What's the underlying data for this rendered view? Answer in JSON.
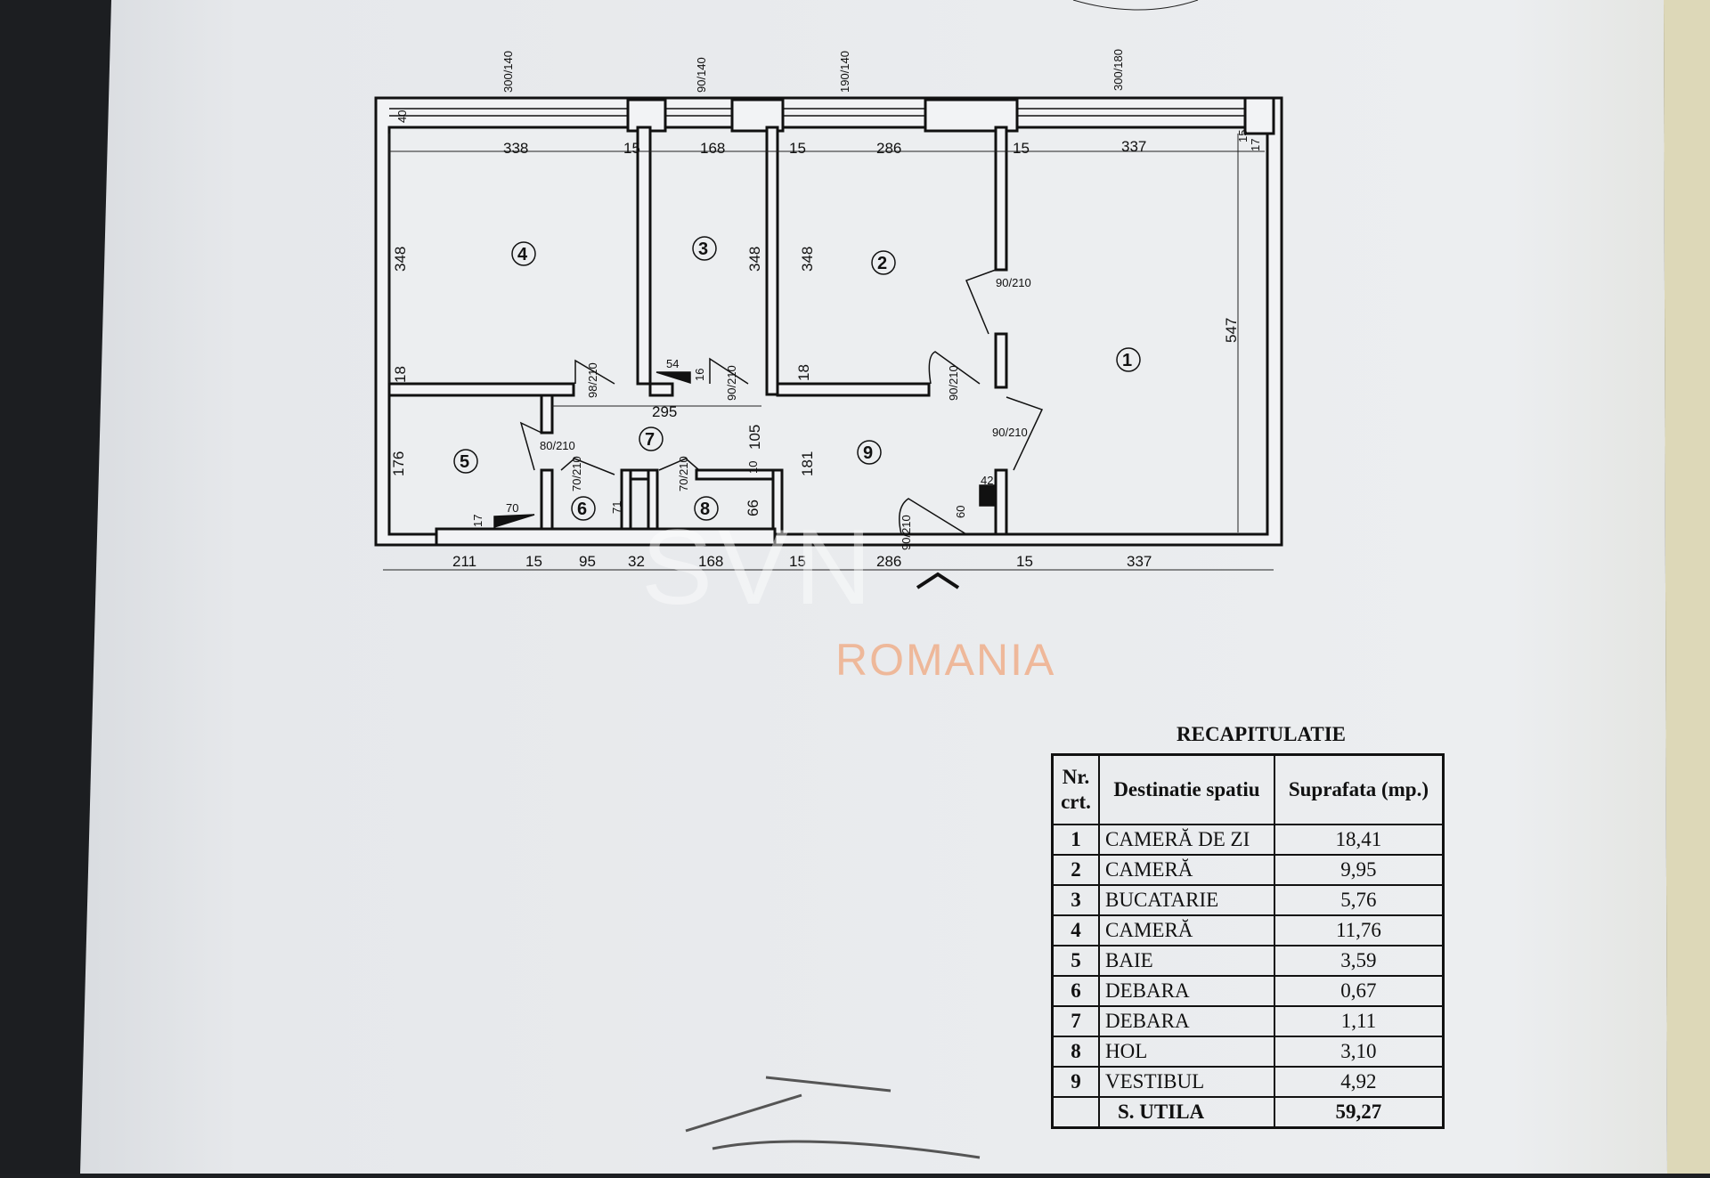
{
  "plan": {
    "windows": [
      "300/140",
      "90/140",
      "190/140",
      "300/180"
    ],
    "top_dims": [
      "338",
      "15",
      "168",
      "15",
      "286",
      "15",
      "337",
      "15",
      "17",
      "40"
    ],
    "vertical_dims": [
      "348",
      "348",
      "348",
      "547",
      "18",
      "18",
      "176",
      "105",
      "181",
      "66",
      "10",
      "71",
      "16",
      "54",
      "70",
      "17",
      "42",
      "60",
      "295"
    ],
    "doors": [
      "98/210",
      "90/210",
      "90/210",
      "90/210",
      "90/210",
      "80/210",
      "70/210",
      "70/210",
      "90/210"
    ],
    "bottom_dims": [
      "211",
      "15",
      "95",
      "32",
      "168",
      "15",
      "286",
      "15",
      "337"
    ],
    "rooms": [
      "4",
      "3",
      "2",
      "1",
      "5",
      "7",
      "6",
      "8",
      "9"
    ]
  },
  "watermark": {
    "brand": "SVN",
    "country": "ROMANIA"
  },
  "recap": {
    "title": "RECAPITULATIE",
    "headers": {
      "nr": "Nr. crt.",
      "dest": "Destinatie spatiu",
      "area": "Suprafata (mp.)"
    },
    "rows": [
      {
        "nr": "1",
        "dest": "CAMERĂ DE ZI",
        "area": "18,41"
      },
      {
        "nr": "2",
        "dest": "CAMERĂ",
        "area": "9,95"
      },
      {
        "nr": "3",
        "dest": "BUCATARIE",
        "area": "5,76"
      },
      {
        "nr": "4",
        "dest": "CAMERĂ",
        "area": "11,76"
      },
      {
        "nr": "5",
        "dest": "BAIE",
        "area": "3,59"
      },
      {
        "nr": "6",
        "dest": "DEBARA",
        "area": "0,67"
      },
      {
        "nr": "7",
        "dest": "DEBARA",
        "area": "1,11"
      },
      {
        "nr": "8",
        "dest": "HOL",
        "area": "3,10"
      },
      {
        "nr": "9",
        "dest": "VESTIBUL",
        "area": "4,92"
      }
    ],
    "total": {
      "label": "S. UTILA",
      "area": "59,27"
    }
  }
}
